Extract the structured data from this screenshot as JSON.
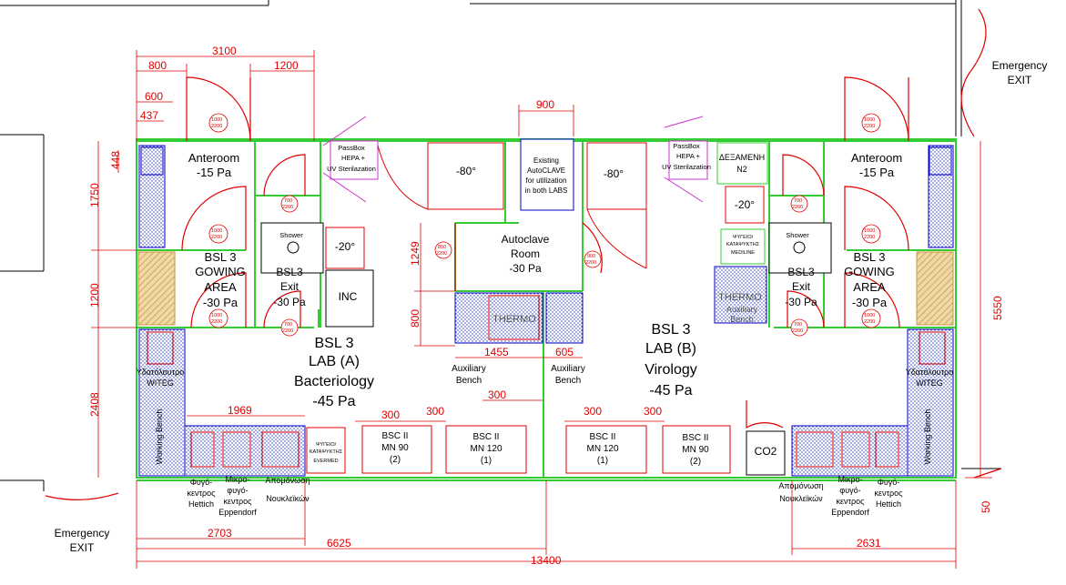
{
  "colors": {
    "wall": "#33cc33",
    "dimension": "#e00000",
    "door": "#e00000",
    "equipment": "#0000c8",
    "passbox": "#cc33cc",
    "label": "#000000",
    "bench_fill": "#1a33b3",
    "hatch": "#c8963c"
  },
  "dimensions": {
    "d3100": "3100",
    "d800": "800",
    "d1200_top": "1200",
    "d600": "600",
    "d437": "437",
    "d448": "448",
    "d1750": "1750",
    "d1200_left": "1200",
    "d2408": "2408",
    "d900": "900",
    "d1249": "1249",
    "d800_mid": "800",
    "d1455": "1455",
    "d605": "605",
    "d300_center": "300",
    "d300_a1": "300",
    "d300_a2": "300",
    "d300_b1": "300",
    "d300_b2": "300",
    "d1969": "1969",
    "d2703": "2703",
    "d6625": "6625",
    "d13400": "13400",
    "d2631": "2631",
    "d5550": "5550",
    "d50": "50"
  },
  "rooms": {
    "anteroom_left": {
      "name": "Anteroom",
      "pressure": "-15 Pa"
    },
    "anteroom_right": {
      "name": "Anteroom",
      "pressure": "-15 Pa"
    },
    "gowning_left": {
      "l1": "BSL 3",
      "l2": "GOWING",
      "l3": "AREA",
      "pressure": "-30 Pa"
    },
    "gowning_right": {
      "l1": "BSL 3",
      "l2": "GOWING",
      "l3": "AREA",
      "pressure": "-30 Pa"
    },
    "exit_left": {
      "l1": "BSL3",
      "l2": "Exit",
      "pressure": "-30 Pa"
    },
    "exit_right": {
      "l1": "BSL3",
      "l2": "Exit",
      "pressure": "-30 Pa"
    },
    "autoclave": {
      "l1": "Autoclave",
      "l2": "Room",
      "pressure": "-30 Pa"
    },
    "lab_a": {
      "l1": "BSL 3",
      "l2": "LAB (A)",
      "l3": "Bacteriology",
      "pressure": "-45 Pa"
    },
    "lab_b": {
      "l1": "BSL 3",
      "l2": "LAB (B)",
      "l3": "Virology",
      "pressure": "-45 Pa"
    }
  },
  "equipment": {
    "passbox_left": {
      "l1": "PassBox",
      "l2": "HEPA +",
      "l3": "UV Sterilazation"
    },
    "passbox_right": {
      "l1": "PassBox",
      "l2": "HEPA +",
      "l3": "UV Sterilazation"
    },
    "freezer80_left": "-80°",
    "freezer80_right": "-80°",
    "autoclave_existing": {
      "l1": "Existing",
      "l2": "AutoCLAVE",
      "l3": "for utilization",
      "l4": "in both LABS"
    },
    "dexameni": {
      "l1": "ΔΕΞΑΜΕΝΗ",
      "l2": "N2"
    },
    "fridge20_left": "-20°",
    "fridge20_right": "-20°",
    "inc": "INC",
    "shower_left": "Shower",
    "shower_right": "Shower",
    "fridge_mediline": {
      "l1": "ΨΥΓΕΙΟ/",
      "l2": "ΚΑΤΑΨΥΚΤΗΣ",
      "l3": "MEDILINE"
    },
    "fridge_evermed": {
      "l1": "ΨΥΓΕΙΟ/",
      "l2": "ΚΑΤΑΨΥΚΤΗΣ",
      "l3": "EVERMED"
    },
    "thermo_center": "THERMO",
    "thermo_right": {
      "l1": "THERMO",
      "l2": "Auxiliary",
      "l3": "Bench"
    },
    "aux_bench_left": {
      "l1": "Auxiliary",
      "l2": "Bench"
    },
    "aux_bench_right": {
      "l1": "Auxiliary",
      "l2": "Bench"
    },
    "water_left": {
      "l1": "Υδατόλουτρο",
      "l2": "WITEG"
    },
    "water_right": {
      "l1": "Υδατόλουτρο",
      "l2": "WITEG"
    },
    "working_bench_left": "Working Bench",
    "working_bench_right": "Working Bench",
    "bsc_a1": {
      "l1": "BSC II",
      "l2": "MN 90",
      "l3": "(2)"
    },
    "bsc_a2": {
      "l1": "BSC II",
      "l2": "MN 120",
      "l3": "(1)"
    },
    "bsc_b1": {
      "l1": "BSC II",
      "l2": "MN 120",
      "l3": "(1)"
    },
    "bsc_b2": {
      "l1": "BSC II",
      "l2": "MN 90",
      "l3": "(2)"
    },
    "co2": "CO2",
    "hettich_left": {
      "l1": "Φυγό-",
      "l2": "κεντρος",
      "l3": "Hettich"
    },
    "eppendorf_left": {
      "l1": "Μικρο-",
      "l2": "φυγό-",
      "l3": "κεντρος",
      "l4": "Eppendorf"
    },
    "nucleic_left": {
      "l1": "Απομόνωση",
      "l2": "Νουκλεϊκών"
    },
    "hettich_right": {
      "l1": "Φυγό-",
      "l2": "κεντρος",
      "l3": "Hettich"
    },
    "eppendorf_right": {
      "l1": "Μικρο-",
      "l2": "φυγό-",
      "l3": "κεντρος",
      "l4": "Eppendorf"
    },
    "nucleic_right": {
      "l1": "Απομόνωση",
      "l2": "Νουκλεϊκών"
    }
  },
  "door_tags": {
    "t1000": "1000",
    "t2200": "2200",
    "t700": "700",
    "t850": "850",
    "t900": "900"
  },
  "exits": {
    "top_right": {
      "l1": "Emergency",
      "l2": "EXIT"
    },
    "bottom_left": {
      "l1": "Emergency",
      "l2": "EXIT"
    }
  }
}
